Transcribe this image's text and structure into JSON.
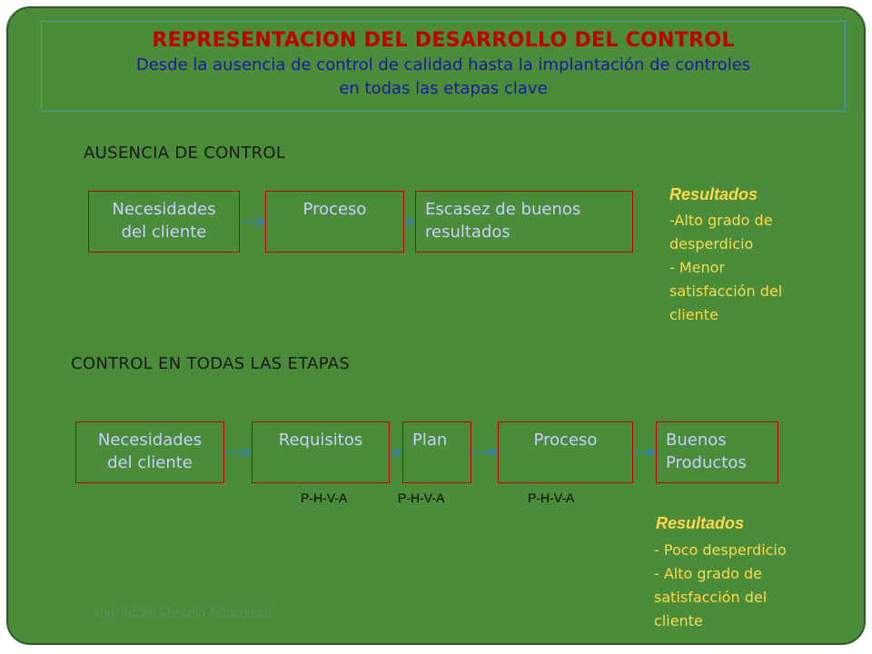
{
  "title": "REPRESENTACION  DEL DESARROLLO DEL CONTROL",
  "subtitle_line1": "Desde  la  ausencia  de control de calidad hasta la implantación de controles",
  "subtitle_line2": "en todas las etapas clave",
  "section1": {
    "heading": "AUSENCIA DE CONTROL",
    "box1": "Necesidades\ndel cliente",
    "box2": "Proceso",
    "box3": "Escasez  de buenos\nresultados",
    "results_title": "Resultados",
    "results_body": "-Alto grado de\ndesperdicio\n- Menor\nsatisfacción del\ncliente"
  },
  "section2": {
    "heading": "CONTROL  EN  TODAS  LAS  ETAPAS",
    "box1": "Necesidades\ndel cliente",
    "box2": "Requisitos",
    "box3": "Plan",
    "box4": "Proceso",
    "box5": "Buenos\nProductos",
    "phva1": "P-H-V-A",
    "phva2": "P-H-V-A",
    "phva3": "P-H-V-A",
    "results_title": "Resultados",
    "results_body": "- Poco desperdicio\n- Alto grado de\nsatisfacción del\ncliente"
  },
  "footer": "Ing. Adolfo Marcelo Astocondor",
  "colors": {
    "background": "#4a8c3a",
    "title": "#c00000",
    "subtitle": "#1a1aa0",
    "box_border": "#c00000",
    "box_text": "#c8d0ff",
    "results": "#ffd84a"
  }
}
